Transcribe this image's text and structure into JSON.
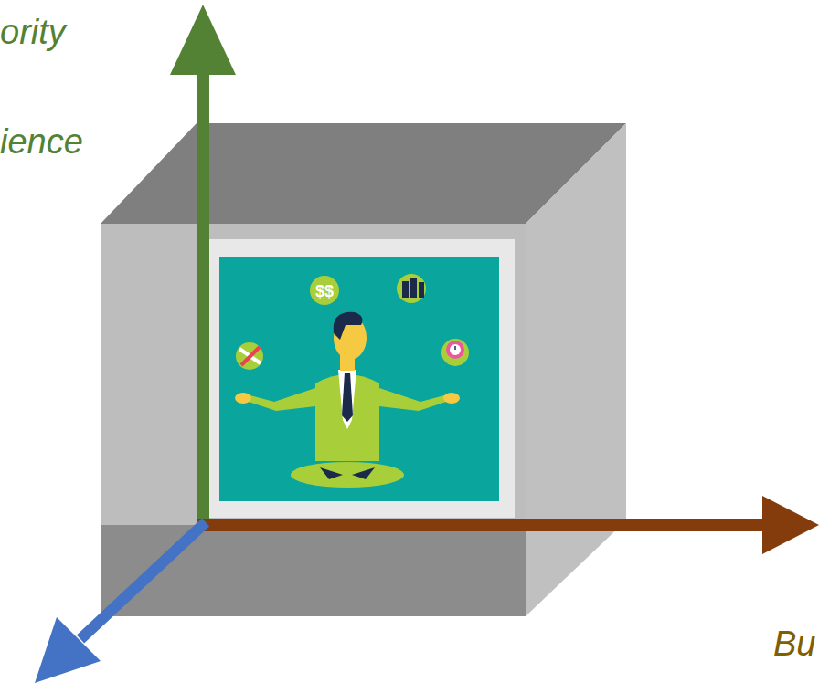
{
  "diagram": {
    "labels": [
      "ority",
      "ience",
      "Bu"
    ]
  }
}
